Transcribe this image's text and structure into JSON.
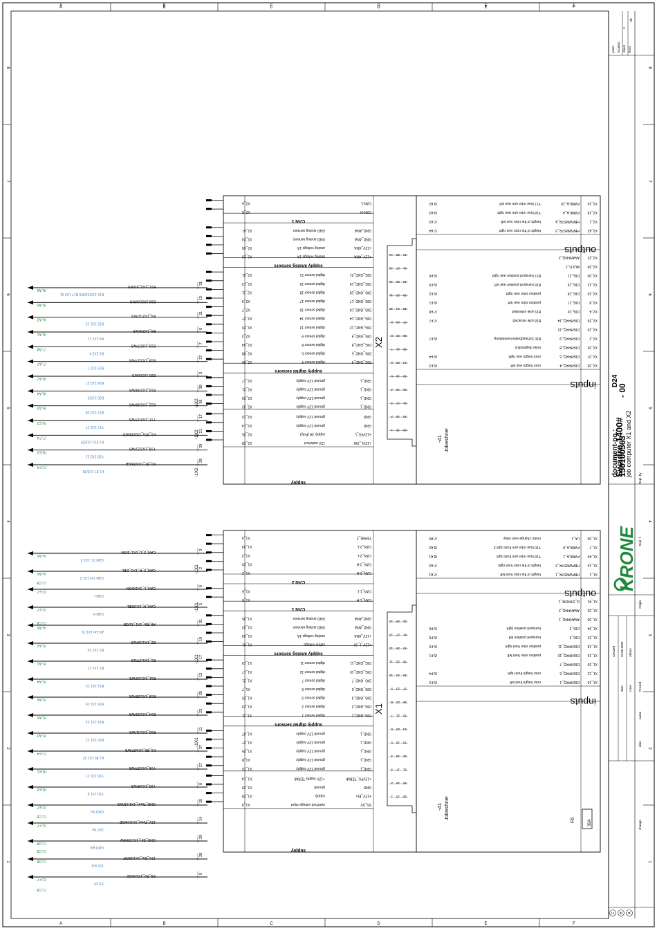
{
  "frame": {
    "cols": [
      "A",
      "B",
      "C",
      "D",
      "E",
      "F"
    ],
    "rows": [
      "1",
      "2",
      "3",
      "4",
      "5",
      "6",
      "7",
      "8"
    ]
  },
  "title_block": {
    "title": "Swadro 1400#",
    "subtitle": "job computer X1 and X2",
    "doc_label": "document-no.:",
    "doc_code": "D24",
    "doc_number": "150100563",
    "doc_rev": "- 00",
    "brand": "KRONE",
    "plant": "plant",
    "location": "location",
    "sheet": "sheet",
    "sheet_no": "3",
    "from": "from",
    "sh": "Sh",
    "created": "Created",
    "date_label": "date",
    "date_value": "25.06.2009",
    "user_label": "User",
    "user_value": "Albers",
    "proved": "Proved",
    "name": "name",
    "repl_by": "Repl. by",
    "repl_f": "Repl. f.",
    "origin": "Origin",
    "change": "change",
    "rev_marks": [
      "C",
      "B",
      "A"
    ]
  },
  "upper_module": {
    "connector": "X2",
    "controller": "Jobrechner",
    "designator": "-A1",
    "groups": [
      "CAN 1",
      "supply analog sensors",
      "supply digital sensors",
      "supply"
    ],
    "can1": [
      {
        "pin": "X2_6",
        "signal": "CAN-L"
      },
      {
        "pin": "X2_5",
        "signal": "CAN-H"
      }
    ],
    "analog": [
      {
        "pin": "X2_41",
        "signal": "GND_ANA",
        "desc": "GND analog sensors"
      },
      {
        "pin": "X2_24",
        "signal": "GND_ANA",
        "desc": "GND analog sensors"
      },
      {
        "pin": "X2_40",
        "signal": "+12V_ANA",
        "desc": "analog voltage 1A"
      },
      {
        "pin": "X2_23",
        "signal": "+12V_ANA",
        "desc": "analog voltage 1A"
      }
    ],
    "digital": [
      {
        "pin": "X2_31",
        "signal": "DIG_GND_21",
        "desc": "digital sensor 21"
      },
      {
        "pin": "X2_13",
        "signal": "DIG_GND_19",
        "desc": "digital sensor 19"
      },
      {
        "pin": "X2_11",
        "signal": "DIG_GND_18",
        "desc": "digital sensor 18"
      },
      {
        "pin": "X2_9",
        "signal": "DIG_GND_17",
        "desc": "digital sensor 17"
      },
      {
        "pin": "X2_7",
        "signal": "DIG_GND_16",
        "desc": "digital sensor 16"
      },
      {
        "pin": "X2_27",
        "signal": "DIG_GND_14",
        "desc": "digital sensor 14"
      },
      {
        "pin": "X2_20",
        "signal": "DIG_GND_12",
        "desc": "digital sensor 12"
      },
      {
        "pin": "X2_3",
        "signal": "DIG_GND_9",
        "desc": "digital sensor 9"
      },
      {
        "pin": "X2_34",
        "signal": "DIG_GND_8",
        "desc": "digital sensor 8"
      },
      {
        "pin": "X2_38",
        "signal": "DIG_GND_5",
        "desc": "digital sensor 5"
      },
      {
        "pin": "X2_36",
        "signal": "DIG_GND_4",
        "desc": "digital sensor 4"
      }
    ],
    "gnd": [
      {
        "pin": "X2_17",
        "signal": "GND_L",
        "desc": "ground 12V supply"
      },
      {
        "pin": "X2_21",
        "signal": "GND_L",
        "desc": "ground 12V supply"
      },
      {
        "pin": "X2_29",
        "signal": "GND_L",
        "desc": "ground 12V supply"
      },
      {
        "pin": "X2_32",
        "signal": "GND_L",
        "desc": "ground 12V supply"
      }
    ],
    "supply": [
      {
        "pin": "X2_15",
        "signal": "GND",
        "desc": "ground 12V supply"
      },
      {
        "pin": "X2_14",
        "signal": "GND",
        "desc": "ground 12V supply"
      },
      {
        "pin": "X2_25",
        "signal": "+12VFU_L",
        "desc": "supply 3A (Poly)"
      },
      {
        "pin": "X2_28",
        "signal": "+12VL_SW",
        "desc": "12V switched"
      }
    ],
    "outputs_title": "outputs",
    "outputs": [
      {
        "pin": "X2_16",
        "signal": "PWMLA_10",
        "desc": "Y17 fuse rotor arm rear left",
        "ref": "/9.A2"
      },
      {
        "pin": "X2_18",
        "signal": "PWMLA_4",
        "desc": "Y18 fuse rotor arm rear right",
        "ref": "/9.A3"
      },
      {
        "pin": "X2_1",
        "signal": "HBPWMSTR_4",
        "desc": "height of the rotor rear left",
        "ref": "/7.A3"
      },
      {
        "pin": "X2_42",
        "signal": "HBPWMSTR_3",
        "desc": "height of the rotor rear right",
        "ref": "/7.A4"
      }
    ],
    "mid": [
      {
        "pin": "X2_22",
        "signal": "ANAHFRQ_3",
        "desc": "",
        "ref": ""
      },
      {
        "pin": "X2_39",
        "signal": "MULTI_1",
        "desc": "",
        "ref": ""
      },
      {
        "pin": "X2_30",
        "signal": "DIG_21",
        "desc": "B17 transport position rear right",
        "ref": "/6.F6"
      },
      {
        "pin": "X2_12",
        "signal": "DIG_19",
        "desc": "B16 transport position rear left",
        "ref": "/6.F5"
      },
      {
        "pin": "X2_10",
        "signal": "DIG_18",
        "desc": "position rotor rear right",
        "ref": "/6.F2"
      },
      {
        "pin": "X2_8",
        "signal": "DIG_17",
        "desc": "position rotor rear left",
        "ref": "/6.F1"
      },
      {
        "pin": "X2_4",
        "signal": "DIG_16",
        "desc": "B19 axle extended",
        "ref": "/7.F8"
      },
      {
        "pin": "X2_26",
        "signal": "DIGHFRQ_14",
        "desc": "B18 axle retracted",
        "ref": "/7.F7"
      },
      {
        "pin": "X2_19",
        "signal": "DIGHFRQ_12",
        "desc": "",
        "ref": ""
      },
      {
        "pin": "X2_2",
        "signal": "DIGHFRQ_9",
        "desc": "B20 Schwadbreitenverstellung",
        "ref": "/6.F7"
      },
      {
        "pin": "X2_33",
        "signal": "DIGHFRQ_8",
        "desc": "relay diagnostics",
        "ref": ""
      },
      {
        "pin": "X2_37",
        "signal": "DIGHFRQ_5",
        "desc": "rotor height rear right",
        "ref": "/6.F4"
      },
      {
        "pin": "X2_35",
        "signal": "DIGHFRQ_4",
        "desc": "rotor height rear left",
        "ref": "/6.F3"
      }
    ],
    "inputs_title": "inputs"
  },
  "lower_module": {
    "connector": "X1",
    "controller": "Jobrechner",
    "designator": "-A1",
    "groups": [
      "CAN 2",
      "CAN 1",
      "supply analog sensors",
      "supply digital sensors",
      "supply"
    ],
    "can2": [
      {
        "pin": "X1_4",
        "signal": "TERMI_2"
      },
      {
        "pin": "X1_39",
        "signal": "CAN_2-L"
      },
      {
        "pin": "X1_3",
        "signal": "CAN_2-L"
      },
      {
        "pin": "X1_20",
        "signal": "CAN_2-H"
      },
      {
        "pin": "X1_2",
        "signal": "CAN_2-H"
      }
    ],
    "can1": [
      {
        "pin": "X1_6",
        "signal": "CAN_1-L"
      },
      {
        "pin": "X1_5",
        "signal": "CAN_1-H"
      }
    ],
    "analog": [
      {
        "pin": "X1_35",
        "signal": "GND_ANA",
        "desc": "GND analog sensors"
      },
      {
        "pin": "X1_32",
        "signal": "GND_ANA",
        "desc": "GND analog sensors"
      },
      {
        "pin": "X1_34",
        "signal": "+12V_ANA",
        "desc": "analog voltage 1A"
      },
      {
        "pin": "X1_31",
        "signal": "+12V_L_SI",
        "desc": "safety voltage"
      }
    ],
    "digital": [
      {
        "pin": "X1_19",
        "signal": "DIG_GND_11",
        "desc": "digital sensor 11"
      },
      {
        "pin": "X1_17",
        "signal": "DIG_GND_10",
        "desc": "digital sensor 10"
      },
      {
        "pin": "X1_21",
        "signal": "DIG_GND_7",
        "desc": "digital sensor 7"
      },
      {
        "pin": "X1_7",
        "signal": "DIG_GND_6",
        "desc": "digital sensor 6"
      },
      {
        "pin": "X1_25",
        "signal": "DIG_GND_3",
        "desc": "digital sensor 3"
      },
      {
        "pin": "X1_23",
        "signal": "DIG_GND_2",
        "desc": "digital sensor 2"
      },
      {
        "pin": "X1_11",
        "signal": "DIG_GND_1",
        "desc": "digital sensor 1"
      }
    ],
    "gnd": [
      {
        "pin": "X1_37",
        "signal": "GND_L",
        "desc": "ground 12V supply"
      },
      {
        "pin": "X1_27",
        "signal": "GND_L",
        "desc": "ground 12V supply"
      },
      {
        "pin": "X1_26",
        "signal": "GND_L",
        "desc": "ground 12V supply"
      },
      {
        "pin": "X1_8",
        "signal": "GND_L",
        "desc": "ground 12V supply"
      },
      {
        "pin": "X1_15",
        "signal": "GND_L",
        "desc": "ground 12V supply"
      }
    ],
    "supply": [
      {
        "pin": "X1_14",
        "signal": "+12VFU_TERMI",
        "desc": "+12V supply TERMI"
      },
      {
        "pin": "X1_29",
        "signal": "GND",
        "desc": "ground"
      },
      {
        "pin": "X1_28",
        "signal": "+12V_Ein",
        "desc": "supply"
      },
      {
        "pin": "X1_9",
        "signal": "SS_5V",
        "desc": "switched voltage input"
      }
    ],
    "outputs_title": "outputs",
    "outputs": [
      {
        "pin": "X1_36",
        "signal": "LA_1",
        "desc": "motor change-over relay",
        "ref": "/7.A5"
      },
      {
        "pin": "X1_7",
        "signal": "PWMLA_8",
        "desc": "Y20 fuse rotor arm front right 2",
        "ref": "/8.A2"
      },
      {
        "pin": "X1_40",
        "signal": "PWMLA_1",
        "desc": "Y16 fuse rotor arm front right",
        "ref": "/8.A1"
      },
      {
        "pin": "X1_16",
        "signal": "HBPWMSTR_2",
        "desc": "height of the rotor front right",
        "ref": "/7.A2"
      },
      {
        "pin": "X1_1",
        "signal": "HBPWMSTR_1",
        "desc": "height of the rotor front left",
        "ref": "/7.A1"
      }
    ],
    "mid": [
      {
        "pin": "X1_41",
        "signal": "G_STROM_1",
        "desc": "",
        "ref": ""
      },
      {
        "pin": "X1_33",
        "signal": "ANAHFRQ_2",
        "desc": "",
        "ref": ""
      },
      {
        "pin": "X1_30",
        "signal": "ANAHFRQ_1",
        "desc": "",
        "ref": ""
      },
      {
        "pin": "X1_24",
        "signal": "DIG_3",
        "desc": "transport position right",
        "ref": "/5.F6"
      },
      {
        "pin": "X1_22",
        "signal": "DIG_2",
        "desc": "transport position left",
        "ref": "/5.F5"
      },
      {
        "pin": "X1_18",
        "signal": "DIGHFRQ_11",
        "desc": "position rotor front right",
        "ref": "/5.F2"
      },
      {
        "pin": "X1_16",
        "signal": "DIGHFRQ_10",
        "desc": "position rotor front left",
        "ref": "/5.F1"
      },
      {
        "pin": "X1_20",
        "signal": "DIGHFRQ_7",
        "desc": "",
        "ref": ""
      },
      {
        "pin": "X1_12",
        "signal": "DIGHFRQ_6",
        "desc": "rotor height front right",
        "ref": "/5.F4"
      },
      {
        "pin": "X1_10",
        "signal": "DIGHFRQ_1",
        "desc": "rotor height front left",
        "ref": "/5.F3"
      }
    ],
    "inputs_title": "inputs",
    "fuse": {
      "name": "F6",
      "rating": "30A"
    }
  },
  "upper_wires": [
    {
      "term": "31",
      "label": "B17_1X2_31/WS",
      "sub": "B16 1X2/13/WS  B17 1X2 31",
      "ref": "/6.A6"
    },
    {
      "term": "13",
      "label": "B16 1X2/13/WS",
      "sub": "",
      "ref": "/6.A5"
    },
    {
      "term": "11",
      "label": "B4_1X2/11/WS",
      "sub": "B16 1X2 13",
      "ref": "/6.A2"
    },
    {
      "term": "9",
      "label": "B3_1X2/9/WS",
      "sub": "B4 1X2 11",
      "ref": "/6.A1"
    },
    {
      "term": "7",
      "label": "B19_1X2/7/WS",
      "sub": "B3 1X2 9",
      "ref": "/7.A8"
    },
    {
      "term": "27",
      "label": "B18_1X2/27/WS",
      "sub": "B19 1X2 7",
      "ref": "/7.A7"
    },
    {
      "term": "3",
      "label": "B20 1X2/3/WS",
      "sub": "B18 1X2 27",
      "ref": "/6.A7"
    },
    {
      "term": "38",
      "label": "B13_1X2/38/WS",
      "sub": "B20 1X2/3",
      "ref": "/6.A4"
    },
    {
      "term": "36",
      "label": "B12_1X2/36/WS",
      "sub": "B13 1X2 38",
      "ref": "/6.A3"
    },
    {
      "term": "17",
      "label": "Y17_1X2/17/WS",
      "sub": "Y17 1X2 17",
      "ref": "/9.E2"
    },
    {
      "term": "21",
      "label": "K1_87a_1X2/29/WS",
      "sub": "K1 87a 1X2/29",
      "ref": "/7.F4"
    },
    {
      "term": "29",
      "label": "Y18_1X2/21/WS",
      "sub": "Y18 1X2 21",
      "ref": "/9.E3"
    },
    {
      "term": "28",
      "label": "K1_87_1X2/28/GE",
      "sub": "K1 87 1X2/28",
      "ref": "/7.F4"
    }
  ],
  "lower_wires": [
    {
      "term": "3",
      "label": "CAN_2_L_1X1_3/GN",
      "sub": "CAN 2 L 1X1 3",
      "ref": "/4.A5"
    },
    {
      "term": "2",
      "label": "CAN_2_H_1X1_2/BL",
      "sub": "CAN 2 H 1X1 2",
      "ref": "/4.A5"
    },
    {
      "term": "6",
      "label": "CAN_L_1X1/6/GN",
      "sub": "CAN L",
      "ref": "/2.E7"
    },
    {
      "term": "5",
      "label": "CAN_H_1X1/5/BL",
      "sub": "CAN H",
      "ref": "/2.E7"
    },
    {
      "term": "31",
      "label": "A6_Ein_1X1_31/GE",
      "sub": "A6 Ein 1X1 31",
      "ref": "/4.A5"
    },
    {
      "term": "19",
      "label": "B2_1X1/19/WS",
      "sub": "B2 1X1 19",
      "ref": "/5.A2"
    },
    {
      "term": "17",
      "label": "B1_1X1/17/WS",
      "sub": "B1 1X1 17",
      "ref": "/5.A1"
    },
    {
      "term": "13",
      "label": "B11_1X1/13/WS",
      "sub": "B11 1X1 13",
      "ref": "/5.A4"
    },
    {
      "term": "25",
      "label": "B15_1X1/25/WS",
      "sub": "B15 1X1 25",
      "ref": "/5.A6"
    },
    {
      "term": "23",
      "label": "B14_1X1/23/WS",
      "sub": "B14 1X1 23",
      "ref": "/5.A5"
    },
    {
      "term": "11",
      "label": "B10_1X1/11/WS",
      "sub": "B10 1X1 11",
      "ref": "/5.A3"
    },
    {
      "term": "37",
      "label": "K1_85_1X1/37/WS",
      "sub": "K1 85 1X1 37",
      "ref": "/7.F4"
    },
    {
      "term": "27",
      "label": "Y16_1X1/27/WS",
      "sub": "Y16 1X1 27",
      "ref": "/8.E1"
    },
    {
      "term": "8",
      "label": "Y20_1X1/8/WS",
      "sub": "Y20 1X1 8",
      "ref": "/8.E2"
    },
    {
      "term": "15",
      "label": "GND_Term_1X1/15/WS",
      "sub": "GND Ter",
      "ref": "/2.E7"
    },
    {
      "term": "14",
      "label": "12V_Term_1X1/14/GE",
      "sub": "12V Ter",
      "ref": "/2.F7"
    },
    {
      "term": "29",
      "label": "GND_Ein_1X1/29/SW",
      "sub": "GND Ein",
      "ref": "/1.D8"
    },
    {
      "term": "28",
      "label": "12V_Ein_1X1/28/RT",
      "sub": "12V Ein",
      "ref": "/1.D8"
    },
    {
      "term": "9",
      "label": "SS_5V_1X1/9/GE",
      "sub": "SS 5V",
      "ref": "/2.F7"
    }
  ],
  "extra_refs": [
    "/1.C8",
    "/1.C8",
    "/1.C8",
    "/1.C8",
    "/1.C8"
  ],
  "connector_pins": {
    "top_row": [
      "14",
      "13",
      "12",
      "11",
      "10",
      "9",
      "8",
      "7",
      "6",
      "5",
      "4",
      "3",
      "2",
      "1"
    ],
    "mid_row": [
      "28",
      "27",
      "26",
      "25",
      "24",
      "23",
      "22",
      "21",
      "20",
      "19",
      "18",
      "17",
      "16",
      "15"
    ],
    "bot_row": [
      "42",
      "41",
      "40",
      "39",
      "38",
      "37",
      "36",
      "35",
      "34",
      "33",
      "32",
      "31",
      "30",
      "29"
    ]
  },
  "term_strip_labels": [
    "-1X2",
    "-1X2",
    "-1X2",
    "-1X1",
    "-1X1",
    "-1X1",
    "-1X1"
  ]
}
